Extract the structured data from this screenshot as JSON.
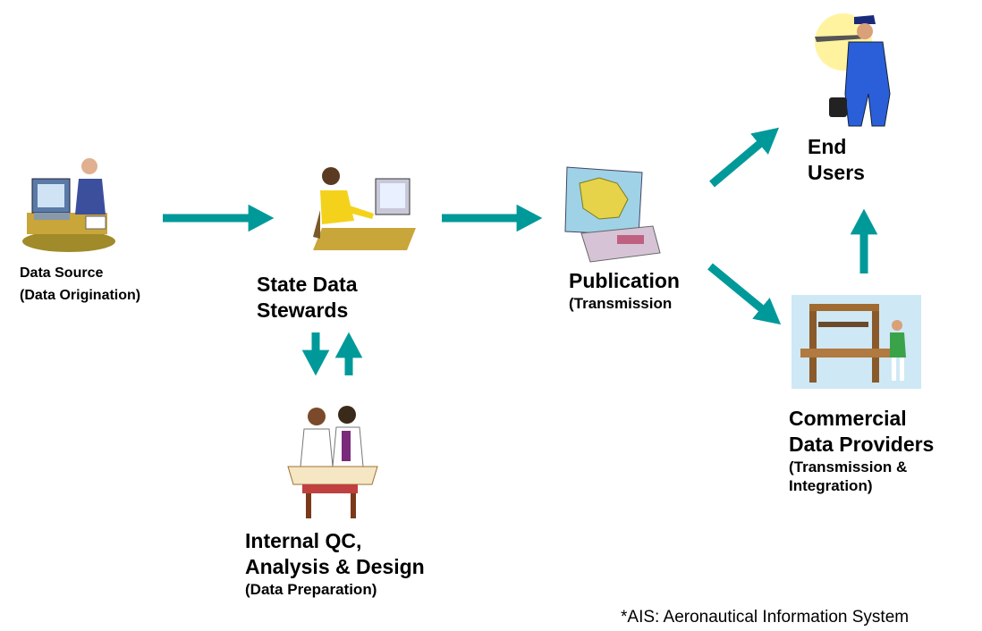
{
  "nodes": {
    "data_source": {
      "title": "Data Source",
      "subtitle": "(Data Origination)"
    },
    "state_stewards": {
      "title_line1": "State Data",
      "title_line2": "Stewards"
    },
    "internal_qc": {
      "title_line1": "Internal QC,",
      "title_line2": "Analysis & Design",
      "subtitle": "(Data Preparation)"
    },
    "publication": {
      "title": "Publication",
      "subtitle": "(Transmission"
    },
    "end_users": {
      "title_line1": "End",
      "title_line2": "Users"
    },
    "commercial": {
      "title_line1": "Commercial",
      "title_line2": "Data Providers",
      "subtitle_line1": "(Transmission &",
      "subtitle_line2": "Integration)"
    }
  },
  "footnote": "*AIS: Aeronautical Information System",
  "colors": {
    "arrow": "#009999"
  }
}
